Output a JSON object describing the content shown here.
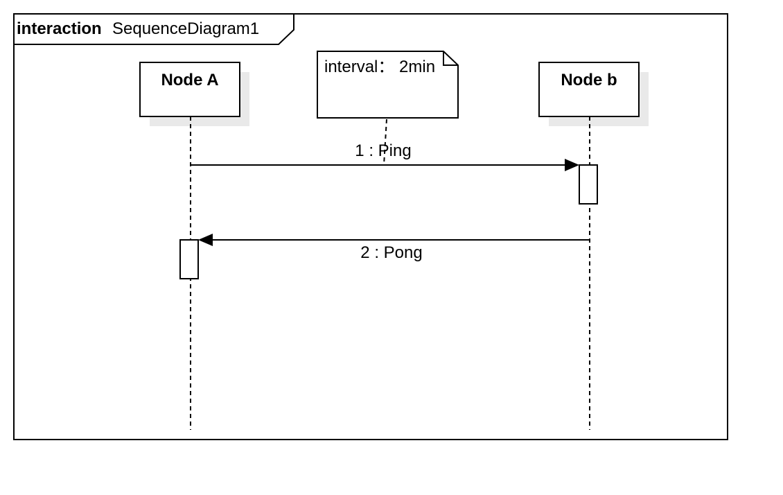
{
  "diagram": {
    "type": "uml-sequence",
    "frame": {
      "keyword": "interaction",
      "name": "SequenceDiagram1"
    },
    "lifelines": [
      {
        "id": "a",
        "label": "Node A"
      },
      {
        "id": "b",
        "label": "Node b"
      }
    ],
    "note": {
      "text": "interval： 2min"
    },
    "messages": [
      {
        "seq": 1,
        "label": "1 : Ping",
        "from": "a",
        "to": "b"
      },
      {
        "seq": 2,
        "label": "2 : Pong",
        "from": "b",
        "to": "a"
      }
    ]
  }
}
